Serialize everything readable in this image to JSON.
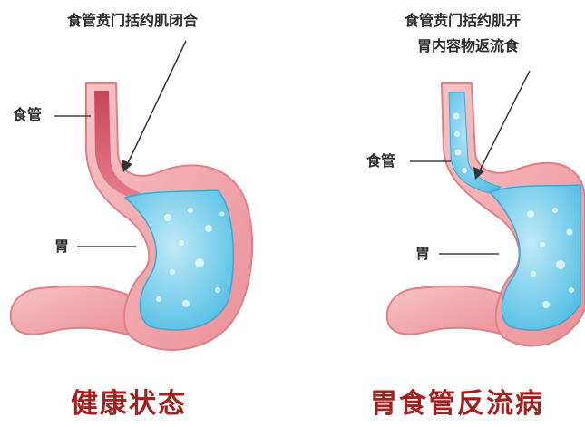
{
  "left_panel": {
    "top_label": "食管贲门括约肌闭合",
    "esophagus_label": "食管",
    "stomach_label": "胃",
    "caption": "健康状态"
  },
  "right_panel": {
    "top_label_line1": "食管贲门括约肌开",
    "top_label_line2": "胃内容物返流食",
    "esophagus_label": "食管",
    "stomach_label": "胃",
    "caption": "胃食管反流病"
  },
  "colors": {
    "stomach_wall": "#f2a3a6",
    "stomach_outline": "#e07f86",
    "gastric_fluid": "#7fd2ef",
    "caption_text": "#a51f1f"
  }
}
